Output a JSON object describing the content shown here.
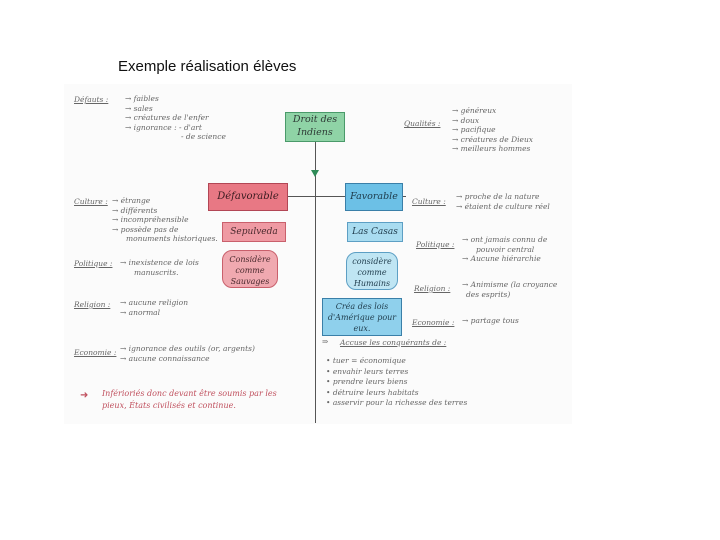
{
  "slide": {
    "title": "Exemple réalisation élèves"
  },
  "center": {
    "title": "Droit des Indiens"
  },
  "left": {
    "heading": "Défavorable",
    "person": "Sepulveda",
    "view": "Considère comme Sauvages",
    "defauts": {
      "label": "Défauts :",
      "items": [
        "→ faibles",
        "→ sales",
        "→ créatures de l'enfer",
        "→ ignorance : - d'art",
        "- de science"
      ]
    },
    "culture": {
      "label": "Culture :",
      "items": [
        "→ étrange",
        "→ différents",
        "→ incompréhensible",
        "→ possède pas de",
        "monuments historiques."
      ]
    },
    "politique": {
      "label": "Politique :",
      "items": [
        "→ inexistence de lois",
        "manuscrits."
      ]
    },
    "religion": {
      "label": "Religion :",
      "items": [
        "→ aucune religion",
        "→ anormal"
      ]
    },
    "economie": {
      "label": "Economie :",
      "items": [
        "→ ignorance des outils (or, argents)",
        "→ aucune connaissance"
      ]
    },
    "conclusion": [
      "Inférioriés donc devant être soumis par les",
      "pieux, États civilisés et continue."
    ]
  },
  "right": {
    "heading": "Favorable",
    "person": "Las Casas",
    "view": "considère comme Humains",
    "creation": "Créa des lois d'Amérique pour eux.",
    "qualites": {
      "label": "Qualités :",
      "items": [
        "→ généreux",
        "→ doux",
        "→ pacifique",
        "→ créatures de Dieux",
        "→ meilleurs hommes"
      ]
    },
    "culture": {
      "label": "Culture :",
      "items": [
        "→ proche de la nature",
        "→ étaient de culture réel"
      ]
    },
    "politique": {
      "label": "Politique :",
      "items": [
        "→ ont jamais connu de",
        "pouvoir central",
        "→ Aucune hiérarchie"
      ]
    },
    "religion": {
      "label": "Religion :",
      "items": [
        "→ Animisme (la croyance",
        "des esprits)"
      ]
    },
    "economie": {
      "label": "Economie :",
      "items": [
        "→ partage tous"
      ]
    },
    "accuse": {
      "label": "Accuse les conquérants de :",
      "items": [
        "tuer = économique",
        "envahir leurs terres",
        "prendre leurs biens",
        "détruire leurs habitats",
        "asservir pour la richesse des terres"
      ]
    }
  }
}
